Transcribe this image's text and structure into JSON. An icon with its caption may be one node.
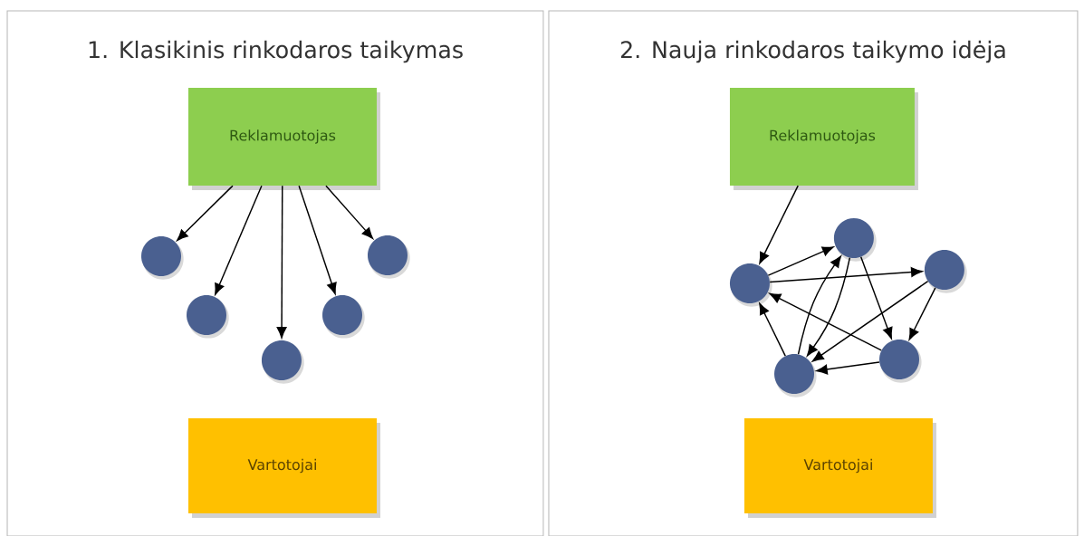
{
  "diagram": {
    "nodes": [
      {
        "text": [
          "1. Klasikinis rinkodaros taikymas"
        ]
      },
      {
        "text": [
          "Reklamuotojas"
        ],
        "in": 0
      },
      {
        "text": [
          "Vartotojai"
        ],
        "in": 0
      },
      {
        "text": [],
        "shape": "circle",
        "in": 0
      },
      {
        "text": [],
        "shape": "circle",
        "in": 0
      },
      {
        "text": [],
        "shape": "circle",
        "in": 0
      },
      {
        "text": [],
        "shape": "circle",
        "in": 0
      },
      {
        "text": [],
        "shape": "circle",
        "in": 0
      },
      {
        "text": [
          "2. Nauja rinkodaros taikymo idėja"
        ]
      },
      {
        "text": [
          "Reklamuotojas"
        ],
        "in": 8
      },
      {
        "text": [
          "Vartotojai"
        ],
        "in": 8
      },
      {
        "text": [],
        "shape": "circle",
        "in": 8
      },
      {
        "text": [],
        "shape": "circle",
        "in": 8
      },
      {
        "text": [],
        "shape": "circle",
        "in": 8
      },
      {
        "text": [],
        "shape": "circle",
        "in": 8
      },
      {
        "text": [],
        "shape": "circle",
        "in": 8
      }
    ],
    "edges": [
      {
        "from": 1,
        "to": 3,
        "arrow": "to"
      },
      {
        "from": 1,
        "to": 4,
        "arrow": "to"
      },
      {
        "from": 1,
        "to": 5,
        "arrow": "to"
      },
      {
        "from": 1,
        "to": 6,
        "arrow": "to"
      },
      {
        "from": 1,
        "to": 7,
        "arrow": "to"
      },
      {
        "from": 9,
        "to": 11,
        "arrow": "to"
      },
      {
        "from": 11,
        "to": 13,
        "arrow": "to"
      },
      {
        "from": 11,
        "to": 15,
        "arrow": "to"
      },
      {
        "from": 13,
        "to": 12,
        "arrow": "to"
      },
      {
        "from": 12,
        "to": 13,
        "arrow": "to"
      },
      {
        "from": 13,
        "to": 14,
        "arrow": "to"
      },
      {
        "from": 15,
        "to": 12,
        "arrow": "to"
      },
      {
        "from": 15,
        "to": 14,
        "arrow": "to"
      },
      {
        "from": 12,
        "to": 11,
        "arrow": "to"
      },
      {
        "from": 14,
        "to": 11,
        "arrow": "to"
      },
      {
        "from": 14,
        "to": 12,
        "arrow": "to"
      }
    ]
  }
}
